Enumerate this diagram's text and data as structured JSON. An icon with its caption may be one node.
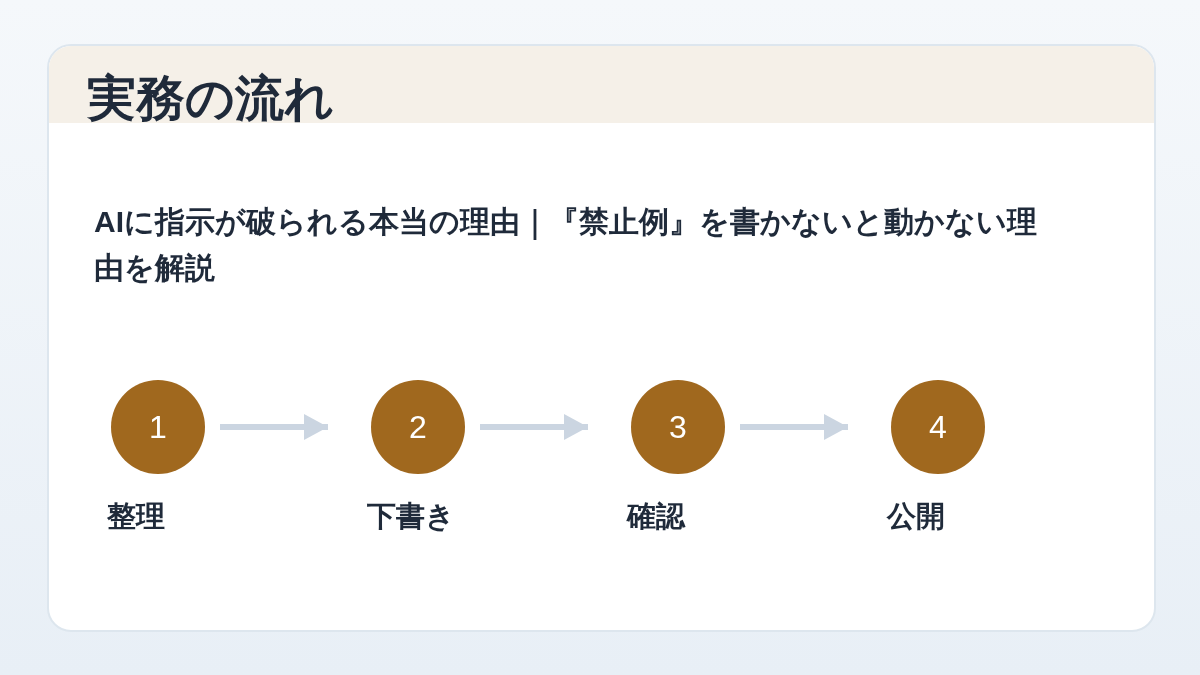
{
  "diagram": {
    "title": "実務の流れ",
    "nodes": [
      {
        "text": [
          "1"
        ],
        "beside": [
          "整理"
        ]
      },
      {
        "text": [
          "2"
        ],
        "beside": [
          "下書き"
        ]
      },
      {
        "text": [
          "3"
        ],
        "beside": [
          "確認"
        ]
      },
      {
        "text": [
          "4"
        ],
        "beside": [
          "公開"
        ]
      }
    ],
    "edges": [
      {
        "from": 0,
        "to": 1,
        "arrow": "to"
      },
      {
        "from": 1,
        "to": 2,
        "arrow": "to"
      },
      {
        "from": 2,
        "to": 3,
        "arrow": "to"
      }
    ],
    "labels": [
      "AIに指示が破られる本当の理由｜『禁止例』を書かないと動かない理由を解説"
    ]
  }
}
